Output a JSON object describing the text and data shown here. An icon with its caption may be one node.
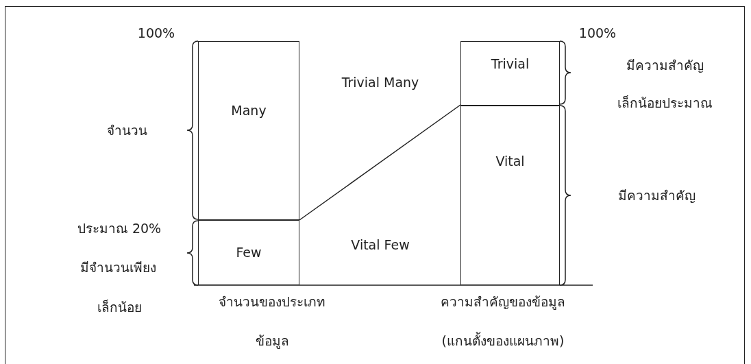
{
  "diagram": {
    "nodes": [
      {
        "text": [
          "Many"
        ]
      },
      {
        "text": [
          "Few"
        ]
      },
      {
        "text": [
          "Trivial"
        ]
      },
      {
        "text": [
          "Vital"
        ]
      }
    ],
    "edges": [
      {
        "from": 1,
        "to": 3,
        "arrow": "none"
      }
    ],
    "labels": [
      "100%",
      "100%",
      "มีความสำคัญ",
      "Trivial Many",
      "เล็กน้อยประมาณ",
      "จำนวน",
      "มีความสำคัญ",
      "ประมาณ 20%",
      "Vital Few",
      "มีจำนวนเพียง",
      "จำนวนของประเภท",
      "ความสำคัญของข้อมูล",
      "เล็กน้อย",
      "ข้อมูล",
      "(แกนตั้งของแผนภาพ)"
    ]
  }
}
